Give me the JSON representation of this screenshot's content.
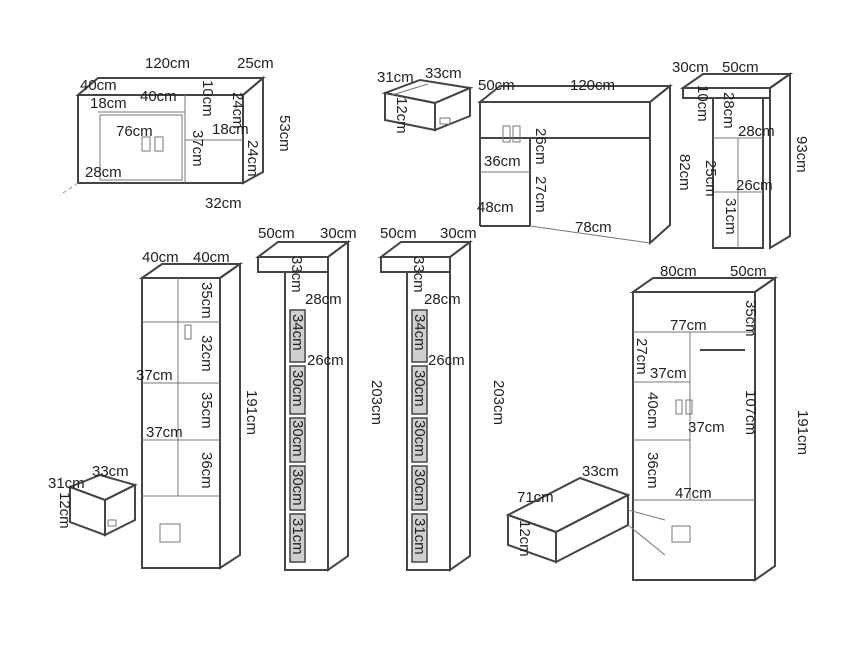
{
  "labels": {
    "sideboard": {
      "width": "120cm",
      "depth": "25cm",
      "left_w": "40cm",
      "inner_18": "18cm",
      "mid_40": "40cm",
      "top_10": "10cm",
      "shelf_24a": "24cm",
      "shelf_18": "18cm",
      "height": "53cm",
      "inner_76": "76cm",
      "inner_37": "37cm",
      "shelf_24b": "24cm",
      "diag_28": "28cm",
      "foot_32": "32cm"
    },
    "drawer_top": {
      "w31": "31cm",
      "w33": "33cm",
      "h12": "12cm"
    },
    "desk": {
      "depth": "50cm",
      "width": "120cm",
      "h26": "26cm",
      "h36": "36cm",
      "h27": "27cm",
      "h48": "48cm",
      "height": "82cm",
      "knee": "78cm"
    },
    "shelf_small": {
      "w30": "30cm",
      "w50": "50cm",
      "h10": "10cm",
      "h28a": "28cm",
      "w28": "28cm",
      "h25": "25cm",
      "w26": "26cm",
      "h31": "31cm",
      "height": "93cm"
    },
    "bookcase": {
      "w40a": "40cm",
      "w40b": "40cm",
      "h35a": "35cm",
      "h32": "32cm",
      "w37a": "37cm",
      "h35b": "35cm",
      "w37b": "37cm",
      "h36": "36cm",
      "height": "191cm"
    },
    "drawer_left": {
      "w31": "31cm",
      "w33": "33cm",
      "h12": "12cm"
    },
    "tall1": {
      "w50": "50cm",
      "w30": "30cm",
      "h33": "33cm",
      "w28": "28cm",
      "h34": "34cm",
      "w26": "26cm",
      "h30a": "30cm",
      "h30b": "30cm",
      "h30c": "30cm",
      "h30d": "30cm",
      "h31": "31cm",
      "height": "203cm"
    },
    "tall2": {
      "w50": "50cm",
      "w30": "30cm",
      "h33": "33cm",
      "w28": "28cm",
      "h34": "34cm",
      "w26": "26cm",
      "h30a": "30cm",
      "h30b": "30cm",
      "h30c": "30cm",
      "h30d": "30cm",
      "h31": "31cm",
      "height": "203cm"
    },
    "wardrobe": {
      "w80": "80cm",
      "d50": "50cm",
      "h35": "35cm",
      "w77": "77cm",
      "h27": "27cm",
      "w37a": "37cm",
      "h40": "40cm",
      "h107": "107cm",
      "w37b": "37cm",
      "h36": "36cm",
      "w47": "47cm",
      "height": "191cm"
    },
    "drawer_right": {
      "w33": "33cm",
      "w71": "71cm",
      "h12": "12cm"
    }
  }
}
